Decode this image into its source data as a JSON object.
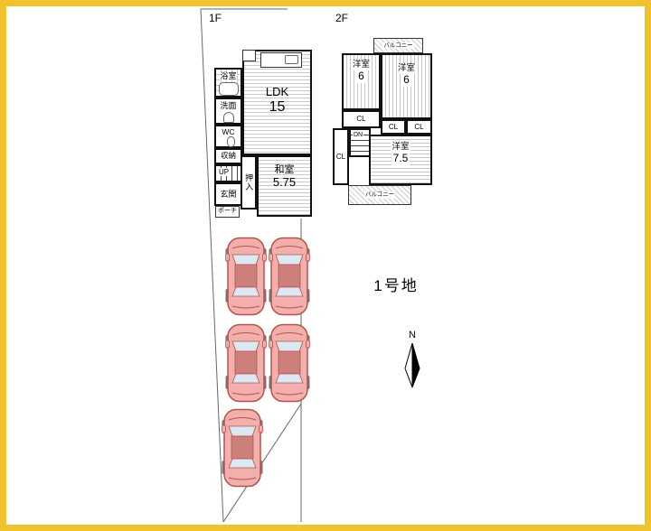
{
  "colors": {
    "frame": "#f0c22e",
    "wall": "#111111",
    "lot_line": "#666666",
    "hatch": "#c9c9c9",
    "car_body": "#f2b0ac",
    "car_roof": "#cc807c",
    "car_glass": "#dce9f5",
    "car_line": "#b8504c"
  },
  "lot": {
    "title": "1号地"
  },
  "compass": {
    "label": "N"
  },
  "f1": {
    "floor_label": "1F",
    "ldk": {
      "name": "LDK",
      "area": "15"
    },
    "washitsu": {
      "name": "和室",
      "area": "5.75"
    },
    "oshiire": {
      "name": "押入"
    },
    "bath": {
      "name": "浴室"
    },
    "senmen": {
      "name": "洗面"
    },
    "wc": {
      "name": "WC"
    },
    "shunou": {
      "name": "収納"
    },
    "stairs": {
      "label": "UP"
    },
    "genkan": {
      "name": "玄関"
    },
    "porch": {
      "name": "ポーチ"
    }
  },
  "f2": {
    "floor_label": "2F",
    "balcony_top": {
      "name": "バルコニー"
    },
    "yoshitsu_left": {
      "name": "洋室",
      "area": "6"
    },
    "yoshitsu_right": {
      "name": "洋室",
      "area": "6"
    },
    "yoshitsu_main": {
      "name": "洋室",
      "area": "7.5"
    },
    "cl_left": {
      "name": "CL"
    },
    "cl_mid1": {
      "name": "CL"
    },
    "cl_mid2": {
      "name": "CL"
    },
    "cl_strip": {
      "name": "CL"
    },
    "stairs": {
      "label": "DN"
    },
    "balcony_bottom": {
      "name": "バルコニー"
    }
  }
}
